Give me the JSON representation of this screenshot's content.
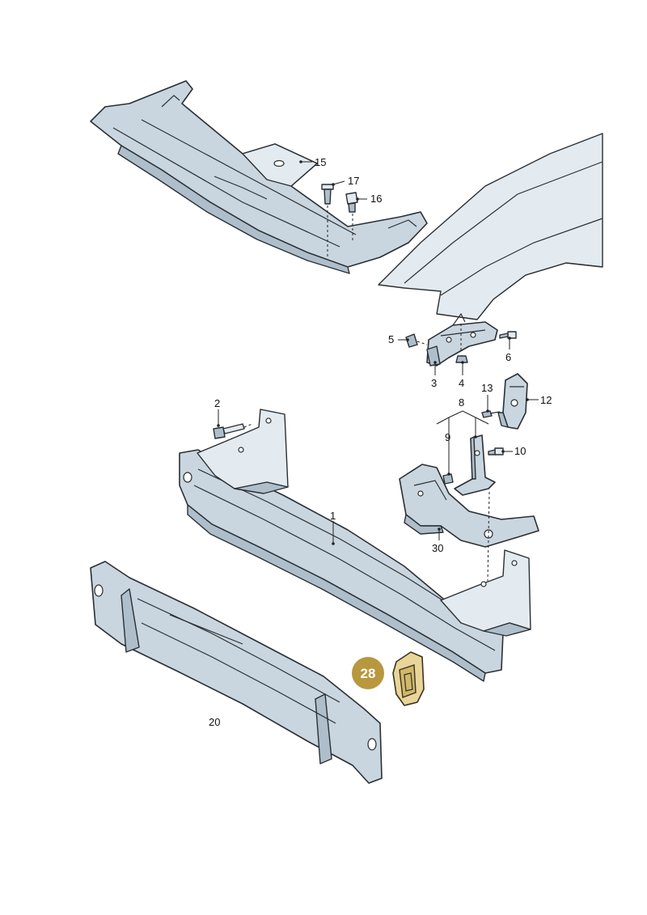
{
  "diagram": {
    "callouts": {
      "c1": "1",
      "c2": "2",
      "c3": "3",
      "c4": "4",
      "c5": "5",
      "c6": "6",
      "c8": "8",
      "c9": "9",
      "c10": "10",
      "c12": "12",
      "c13": "13",
      "c15": "15",
      "c16": "16",
      "c17": "17",
      "c20": "20",
      "c30": "30"
    },
    "highlight": {
      "label": "28",
      "color": "#b8973e"
    }
  }
}
